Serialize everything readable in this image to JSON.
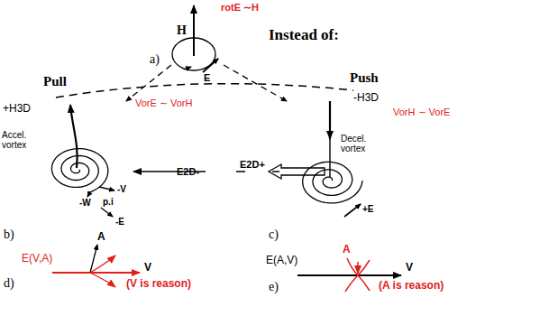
{
  "diagram": {
    "labels": [
      "rotE ∼H",
      "H",
      "Instead of:",
      "a)",
      "E",
      "Pull",
      "Push",
      "+H3D",
      "VorE ∼ VorH",
      "-H3D",
      "VorH ∼ VorE",
      "Accel. vortex",
      "E2D-",
      "E2D+",
      "Decel. vortex",
      "-V",
      "-W",
      "p.i",
      "-E",
      "+E",
      "b)",
      "c)",
      "E(V,A)",
      "A",
      "V",
      "d)",
      "(V is reason)",
      "E(A,V)",
      "A",
      "V",
      "e)",
      "(A is reason)"
    ]
  }
}
